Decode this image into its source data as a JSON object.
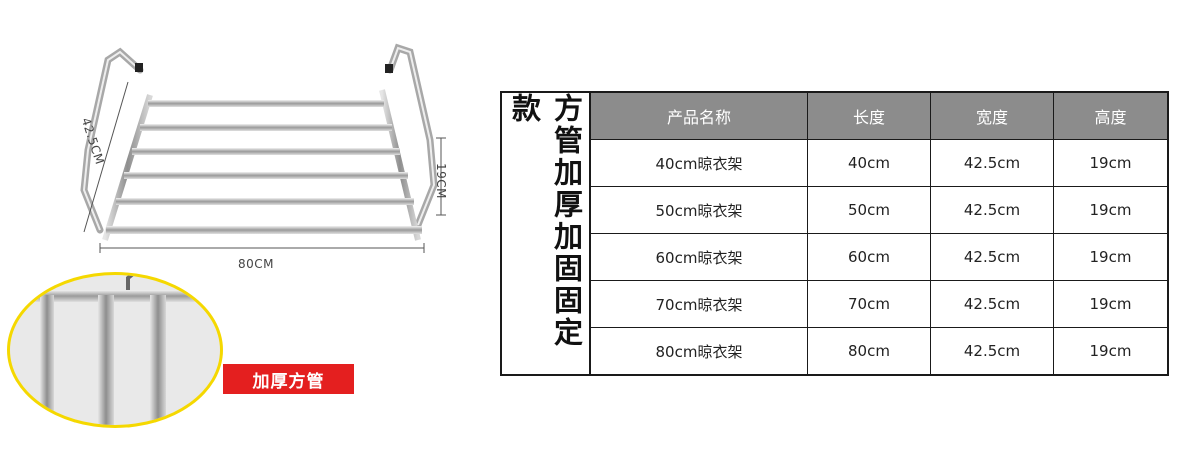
{
  "dimensions": {
    "width_label": "80CM",
    "depth_label": "42.5CM",
    "height_label": "19CM"
  },
  "badge": {
    "text": "加厚方管"
  },
  "table": {
    "vertical_title": "方管加厚加固固定款",
    "headers": [
      "产品名称",
      "长度",
      "宽度",
      "高度"
    ],
    "rows": [
      [
        "40cm晾衣架",
        "40cm",
        "42.5cm",
        "19cm"
      ],
      [
        "50cm晾衣架",
        "50cm",
        "42.5cm",
        "19cm"
      ],
      [
        "60cm晾衣架",
        "60cm",
        "42.5cm",
        "19cm"
      ],
      [
        "70cm晾衣架",
        "70cm",
        "42.5cm",
        "19cm"
      ],
      [
        "80cm晾衣架",
        "80cm",
        "42.5cm",
        "19cm"
      ]
    ]
  },
  "colors": {
    "header_bg": "#8c8c8c",
    "badge_bg": "#e41f1f",
    "circle_ring": "#f5d800"
  }
}
